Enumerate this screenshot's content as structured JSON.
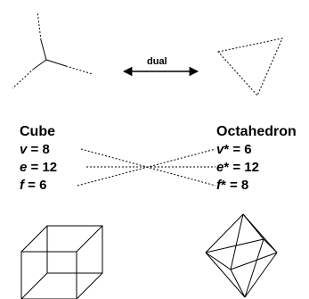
{
  "dual_label": "dual",
  "left": {
    "heading": "Cube",
    "rows": [
      {
        "sym": "v",
        "rest": " = 8"
      },
      {
        "sym": "e",
        "rest": " = 12"
      },
      {
        "sym": "f",
        "rest": " = 6"
      }
    ]
  },
  "right": {
    "heading": "Octahedron",
    "rows": [
      {
        "sym": "v",
        "rest": "* = 6"
      },
      {
        "sym": "e",
        "rest": "* = 12"
      },
      {
        "sym": "f",
        "rest": "* = 8"
      }
    ]
  }
}
